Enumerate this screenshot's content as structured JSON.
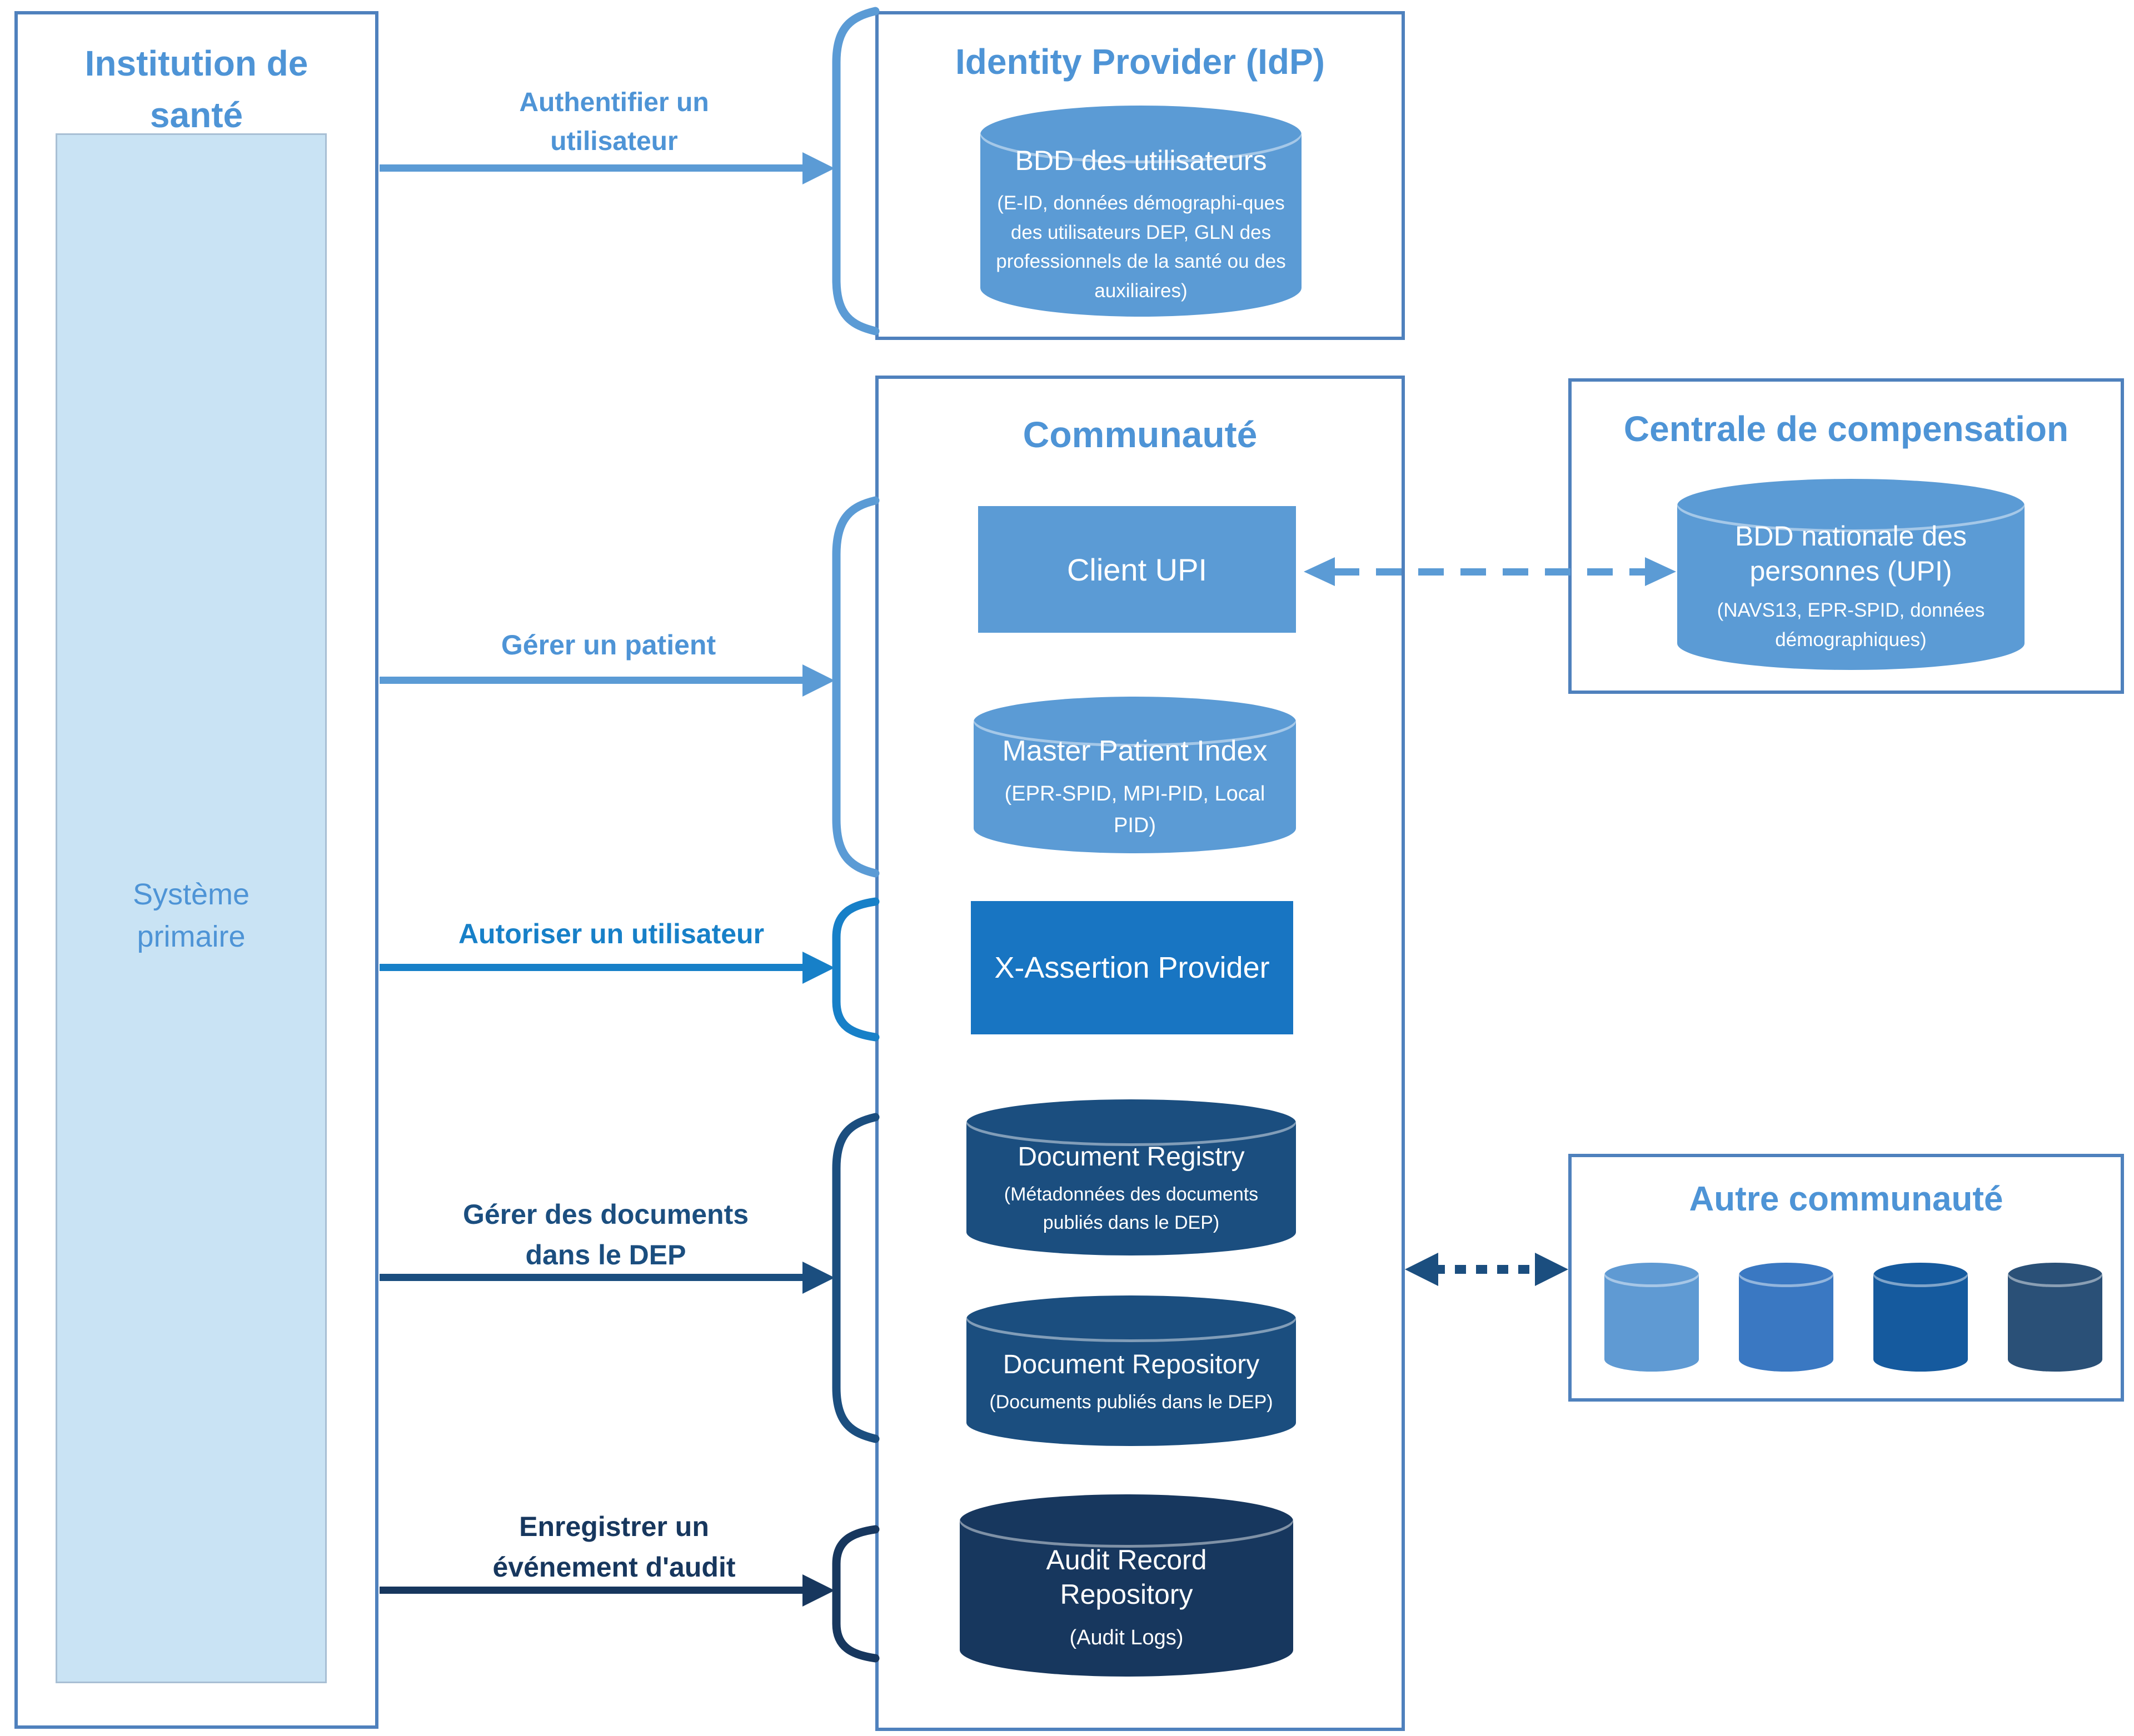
{
  "palette": {
    "box_border": "#4F81BD",
    "title_blue": "#4E94D6",
    "light_blue": "#5B9BD5",
    "bright_blue": "#1780C8",
    "bright_blue_fill": "#1875C2",
    "dark_blue": "#1B4E7F",
    "navy": "#17375E",
    "primary_system_fill": "#C9E3F4",
    "other_community_cylinders": [
      "#5F9AD3",
      "#3A78C2",
      "#155A9E",
      "#2A5077"
    ]
  },
  "institution": {
    "title": "Institution de santé",
    "primary_system": "Système primaire"
  },
  "flows": {
    "authenticate": "Authentifier un utilisateur",
    "manage_patient": "Gérer un patient",
    "authorize": "Autoriser un utilisateur",
    "manage_documents": "Gérer des documents dans le DEP",
    "record_audit": "Enregistrer un événement d'audit"
  },
  "idp": {
    "title": "Identity Provider (IdP)",
    "db_title": "BDD des utilisateurs",
    "db_detail": "(E-ID, données démographi-ques des utilisateurs DEP, GLN des professionnels de la santé ou des auxiliaires)"
  },
  "community": {
    "title": "Communauté",
    "client_upi": "Client UPI",
    "mpi_title": "Master Patient Index",
    "mpi_detail": "(EPR-SPID, MPI-PID, Local PID)",
    "x_assertion": "X-Assertion Provider",
    "registry_title": "Document Registry",
    "registry_detail": "(Métadonnées des documents publiés dans le DEP)",
    "repository_title": "Document Repository",
    "repository_detail": "(Documents publiés dans le DEP)",
    "audit_title": "Audit Record Repository",
    "audit_detail": "(Audit Logs)"
  },
  "central": {
    "title": "Centrale de compensation",
    "db_title": "BDD nationale des personnes (UPI)",
    "db_detail": "(NAVS13, EPR-SPID, données démographiques)"
  },
  "other_community": {
    "title": "Autre communauté"
  }
}
